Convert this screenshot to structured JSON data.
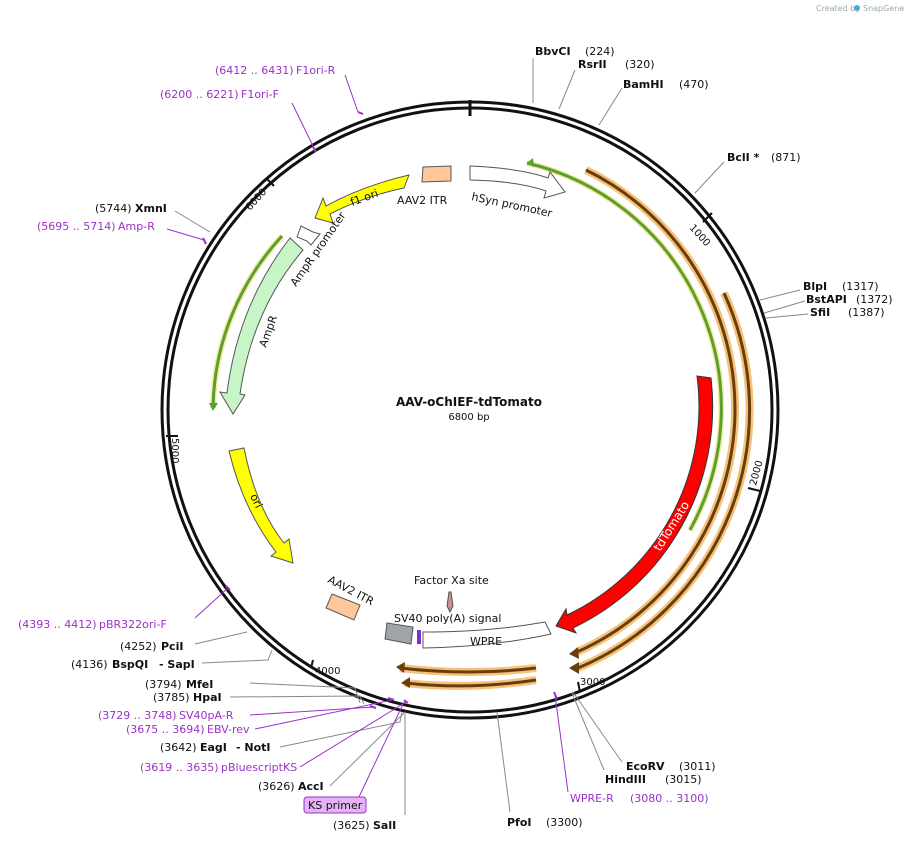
{
  "credit": {
    "created_by": "Created by",
    "brand": "SnapGene"
  },
  "plasmid": {
    "name": "AAV-oChIEF-tdTomato",
    "length_label": "6800 bp"
  },
  "ticks": [
    "1000",
    "2000",
    "3000",
    "4000",
    "5000",
    "6000"
  ],
  "features": {
    "f1ori": "f1 ori",
    "itr_top": "AAV2 ITR",
    "hsyn": "hSyn promoter",
    "ampr_promoter": "AmpR promoter",
    "ampr": "AmpR",
    "ori": "ori",
    "tdtomato": "tdTomato",
    "itr_bottom": "AAV2 ITR",
    "factor_xa": "Factor Xa site",
    "sv40": "SV40 poly(A) signal",
    "wpre": "WPRE"
  },
  "sites": {
    "bbvci": {
      "name": "BbvCI",
      "pos": "(224)"
    },
    "rsrii": {
      "name": "RsrII",
      "pos": "(320)"
    },
    "bamhi": {
      "name": "BamHI",
      "pos": "(470)"
    },
    "bcli": {
      "name": "BclI *",
      "pos": "(871)"
    },
    "blpi": {
      "name": "BlpI",
      "pos": "(1317)"
    },
    "bstapi": {
      "name": "BstAPI",
      "pos": "(1372)"
    },
    "sfii": {
      "name": "SfiI",
      "pos": "(1387)"
    },
    "xmni": {
      "name": "XmnI",
      "pos": "(5744)"
    },
    "pcii": {
      "name": "PciI",
      "pos": "(4252)"
    },
    "bspqi": {
      "name": "BspQI",
      "pos": "(4136)",
      "extra": "- SapI"
    },
    "mfei": {
      "name": "MfeI",
      "pos": "(3794)"
    },
    "hpai": {
      "name": "HpaI",
      "pos": "(3785)"
    },
    "eagi": {
      "name": "EagI",
      "pos": "(3642)",
      "extra": "- NotI"
    },
    "acci": {
      "name": "AccI",
      "pos": "(3626)"
    },
    "sali": {
      "name": "SalI",
      "pos": "(3625)"
    },
    "pfoi": {
      "name": "PfoI",
      "pos": "(3300)"
    },
    "ecorv": {
      "name": "EcoRV",
      "pos": "(3011)"
    },
    "hindiii": {
      "name": "HindIII",
      "pos": "(3015)"
    }
  },
  "primers": {
    "f1ori_r": {
      "range": "(6412 .. 6431)",
      "name": "F1ori-R"
    },
    "f1ori_f": {
      "range": "(6200 .. 6221)",
      "name": "F1ori-F"
    },
    "amp_r": {
      "range": "(5695 .. 5714)",
      "name": "Amp-R"
    },
    "pbr322": {
      "range": "(4393 .. 4412)",
      "name": "pBR322ori-F"
    },
    "sv40pa_r": {
      "range": "(3729 .. 3748)",
      "name": "SV40pA-R"
    },
    "ebv_rev": {
      "range": "(3675 .. 3694)",
      "name": "EBV-rev"
    },
    "pbluescript": {
      "range": "(3619 .. 3635)",
      "name": "pBluescriptKS"
    },
    "wpre_r": {
      "name": "WPRE-R",
      "range": "(3080 .. 3100)"
    },
    "ks_primer": {
      "name": "KS primer"
    }
  },
  "colors": {
    "backbone": "#111111",
    "primer": "#9b30c9",
    "orf_green": "#5aa02c",
    "orf_orange": "#f5c27a",
    "tdtomato": "#ff0000",
    "f1ori": "#ffff00",
    "ori": "#ffff00",
    "itr": "#ffc89a",
    "ampr": "#c8f5c8",
    "sv40": "#a0a4aa",
    "ks_box": "#e3b3f5"
  }
}
